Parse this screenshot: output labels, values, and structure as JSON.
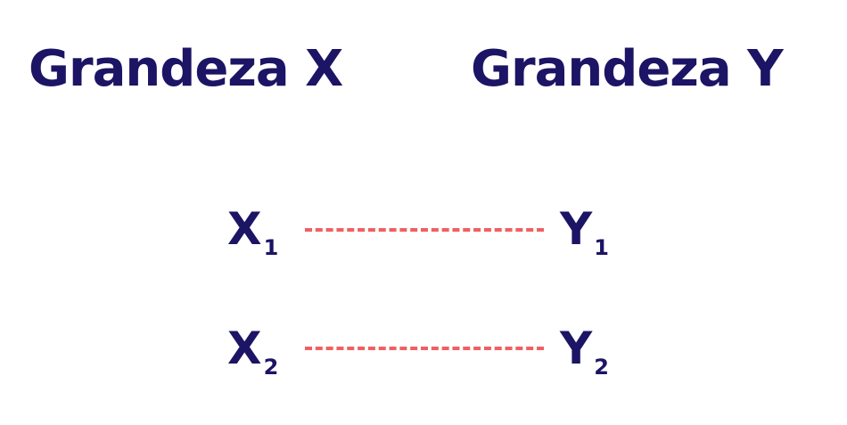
{
  "headers": {
    "x": "Grandeza X",
    "y": "Grandeza Y"
  },
  "rows": [
    {
      "x": "X",
      "x_sub": "1",
      "y": "Y",
      "y_sub": "1"
    },
    {
      "x": "X",
      "x_sub": "2",
      "y": "Y",
      "y_sub": "2"
    }
  ],
  "colors": {
    "text": "#1c1464",
    "line": "#f06060"
  }
}
